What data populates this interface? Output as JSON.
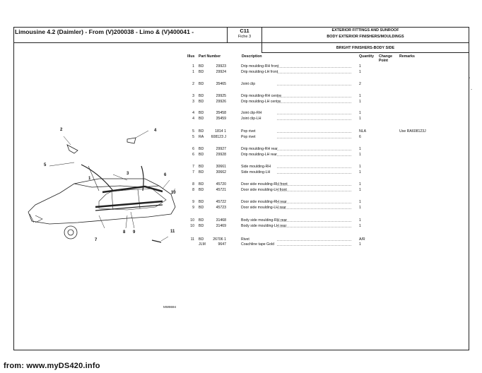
{
  "header": {
    "title": "Limousine 4.2 (Daimler) - From (V)200038 - Limo & (V)400041 -",
    "code": "C11",
    "fiche": "Fiche 3",
    "section": "EXTERIOR FITTINGS AND SUNROOF",
    "group": "BODY EXTERIOR FINISHERS/MOULDINGS",
    "subgroup": "BRIGHT FINISHERS-BODY SIDE"
  },
  "columns": {
    "illus": "Illus",
    "part_number": "Part Number",
    "description": "Description",
    "quantity": "Quantity",
    "change_point": "Change Point",
    "remarks": "Remarks"
  },
  "rows": [
    {
      "illus": "1",
      "pref": "BD",
      "pnum": "29923",
      "desc": "Drip moulding-RH front",
      "qty": "1",
      "rem": ""
    },
    {
      "illus": "1",
      "pref": "BD",
      "pnum": "29924",
      "desc": "Drip moulding-LH front",
      "qty": "1",
      "rem": ""
    },
    {
      "illus": "2",
      "pref": "BD",
      "pnum": "35465",
      "desc": "Joint clip",
      "qty": "2",
      "rem": ""
    },
    {
      "illus": "3",
      "pref": "BD",
      "pnum": "29925",
      "desc": "Drip moulding-RH centre",
      "qty": "1",
      "rem": ""
    },
    {
      "illus": "3",
      "pref": "BD",
      "pnum": "29926",
      "desc": "Drip moulding-LH centre",
      "qty": "1",
      "rem": ""
    },
    {
      "illus": "4",
      "pref": "BD",
      "pnum": "35458",
      "desc": "Joint clip-RH",
      "qty": "1",
      "rem": ""
    },
    {
      "illus": "4",
      "pref": "BD",
      "pnum": "35459",
      "desc": "Joint clip-LH",
      "qty": "1",
      "rem": ""
    },
    {
      "illus": "5",
      "pref": "BD",
      "pnum": "1814 1",
      "desc": "Pop rivet",
      "qty": "NLA",
      "rem": "Use RA608123J"
    },
    {
      "illus": "5",
      "pref": "RA",
      "pnum": "608123 J",
      "desc": "Pop rivet",
      "qty": "6",
      "rem": ""
    },
    {
      "illus": "6",
      "pref": "BD",
      "pnum": "29927",
      "desc": "Drip moulding-RH rear",
      "qty": "1",
      "rem": ""
    },
    {
      "illus": "6",
      "pref": "BD",
      "pnum": "29928",
      "desc": "Drip moulding-LH rear",
      "qty": "1",
      "rem": ""
    },
    {
      "illus": "7",
      "pref": "BD",
      "pnum": "30661",
      "desc": "Side moulding-RH",
      "qty": "1",
      "rem": ""
    },
    {
      "illus": "7",
      "pref": "BD",
      "pnum": "30662",
      "desc": "Side moulding-LH",
      "qty": "1",
      "rem": ""
    },
    {
      "illus": "8",
      "pref": "BD",
      "pnum": "45720",
      "desc": "Door side moulding-RH front",
      "qty": "1",
      "rem": ""
    },
    {
      "illus": "8",
      "pref": "BD",
      "pnum": "45721",
      "desc": "Door side moulding-LH front",
      "qty": "1",
      "rem": ""
    },
    {
      "illus": "9",
      "pref": "BD",
      "pnum": "45722",
      "desc": "Door side moulding-RH rear",
      "qty": "1",
      "rem": ""
    },
    {
      "illus": "9",
      "pref": "BD",
      "pnum": "45723",
      "desc": "Door side moulding-LH rear",
      "qty": "1",
      "rem": ""
    },
    {
      "illus": "10",
      "pref": "BD",
      "pnum": "31468",
      "desc": "Body side moulding-RH rear",
      "qty": "1",
      "rem": ""
    },
    {
      "illus": "10",
      "pref": "BD",
      "pnum": "31469",
      "desc": "Body side moulding-LH rear",
      "qty": "1",
      "rem": ""
    },
    {
      "illus": "11",
      "pref": "BD",
      "pnum": "26706 1",
      "desc": "Rivet",
      "qty": "A/R",
      "rem": ""
    },
    {
      "illus": "",
      "pref": "JLM",
      "pnum": "9647",
      "desc": "Coachline tape Gold",
      "qty": "1",
      "rem": ""
    }
  ],
  "illustration": {
    "callouts": [
      "1",
      "2",
      "3",
      "4",
      "5",
      "6",
      "7",
      "8",
      "9",
      "10",
      "11"
    ],
    "reference": "MW8694"
  },
  "footer": "from: www.myDS420.info"
}
